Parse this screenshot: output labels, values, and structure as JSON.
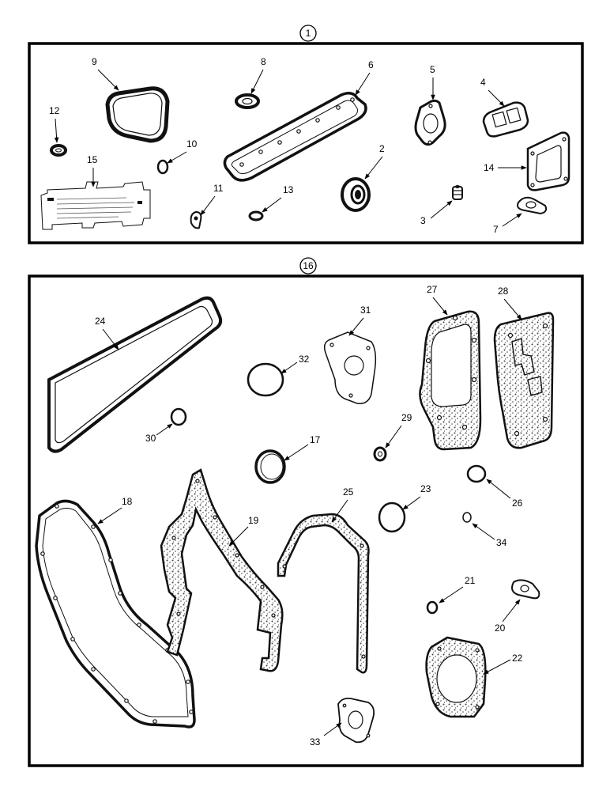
{
  "panels": [
    {
      "id": "top",
      "header": "1",
      "callouts": [
        "9",
        "8",
        "6",
        "5",
        "4",
        "12",
        "10",
        "2",
        "15",
        "14",
        "11",
        "13",
        "3",
        "7"
      ]
    },
    {
      "id": "bottom",
      "header": "16",
      "callouts": [
        "24",
        "31",
        "27",
        "28",
        "32",
        "30",
        "29",
        "17",
        "18",
        "25",
        "23",
        "26",
        "19",
        "34",
        "21",
        "20",
        "22",
        "33"
      ]
    }
  ]
}
